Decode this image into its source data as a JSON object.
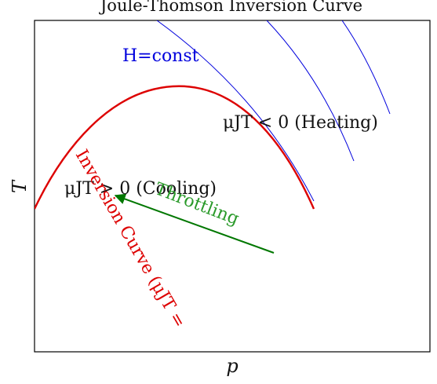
{
  "title": "Joule-Thomson Inversion Curve",
  "axes": {
    "xlabel": "p",
    "ylabel": "T"
  },
  "labels": {
    "enthalpy": "H=const",
    "heating": "μJT < 0 (Heating)",
    "cooling": "μJT > 0 (Cooling)",
    "throttling": "Throttling",
    "inversion": "Inversion Curve (μJT ="
  },
  "colors": {
    "inversion_curve": "#dd0000",
    "isenthalps": "#0000dd",
    "throttling_arrow": "#007700",
    "text": "#111111"
  }
}
